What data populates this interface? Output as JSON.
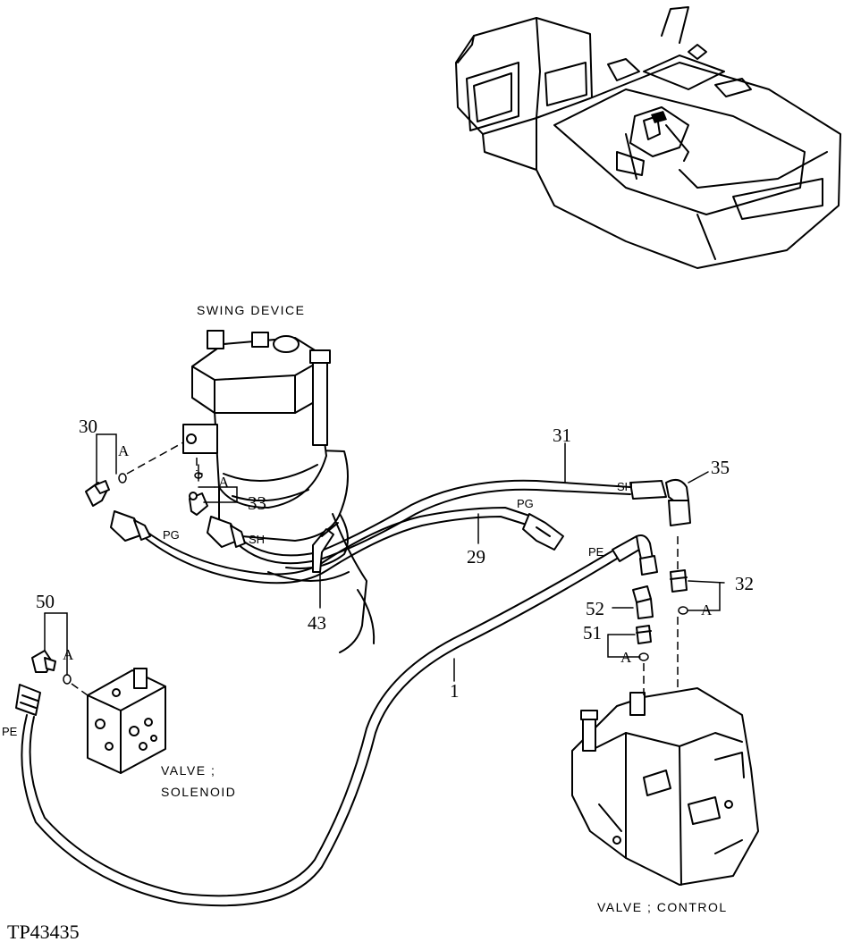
{
  "labels": {
    "swing_device": "SWING DEVICE",
    "valve_solenoid_line1": "VALVE ;",
    "valve_solenoid_line2": "SOLENOID",
    "valve_control": "VALVE ; CONTROL",
    "figure_id": "TP43435"
  },
  "part_numbers": {
    "p1": "1",
    "p29": "29",
    "p30": "30",
    "p31": "31",
    "p32": "32",
    "p33": "33",
    "p35": "35",
    "p43": "43",
    "p50": "50",
    "p51": "51",
    "p52": "52"
  },
  "port_refs": {
    "pg_left": "PG",
    "sh_left": "SH",
    "pg_right": "PG",
    "sh_right": "SH",
    "pe_right": "PE",
    "pe_left": "PE"
  },
  "callout_letter": "A"
}
